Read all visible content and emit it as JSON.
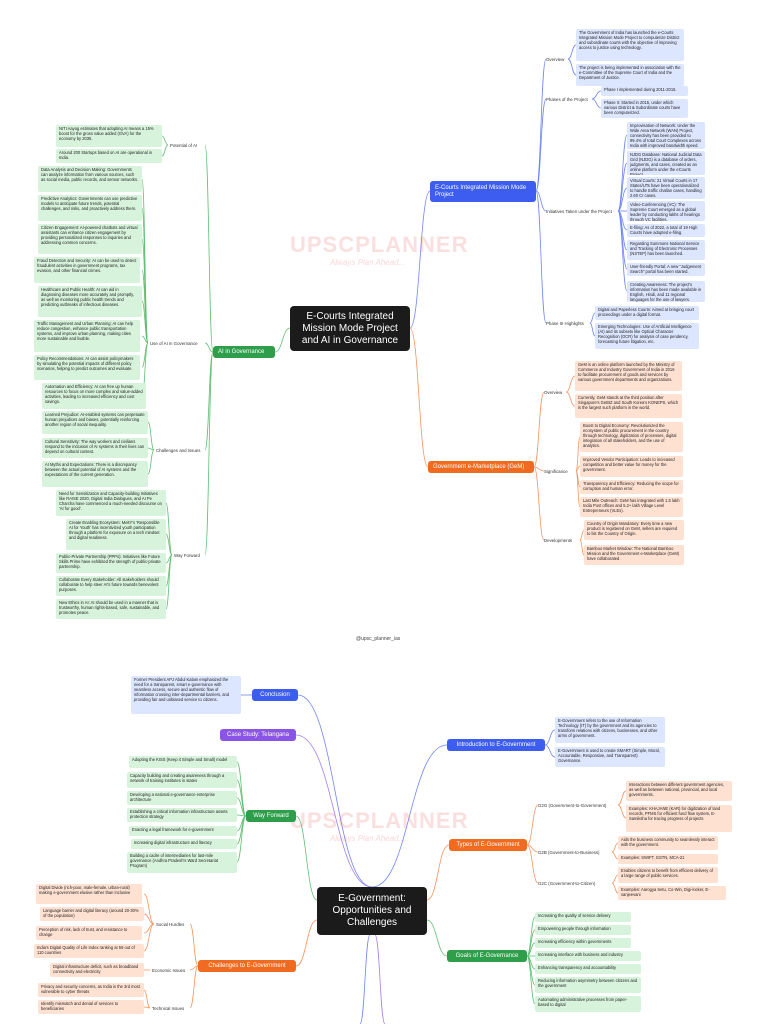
{
  "handle": "@upsc_planner_ias",
  "watermark": {
    "brand": "UPSCPLANNER",
    "tagline": "Always Plan Ahead..."
  },
  "map1": {
    "root": "E-Courts Integrated Mission Mode Project and AI in Governance",
    "ecourts": {
      "title": "E-Courts Integrated Mission Mode Project",
      "overview_label": "Overview",
      "overview": [
        "The Government of India has launched the e-Courts Integrated Mission Mode Project to computerize District and subordinate courts with the objective of improving access to justice using technology.",
        "The project is being implemented in association with the e-Committee of the Supreme Court of India and the Department of Justice."
      ],
      "phases_label": "Phases of the Project",
      "phases": [
        "Phase I implemented during 2011-2015.",
        "Phase II: Started in 2015, under which various District & Subordinate courts have been computerized."
      ],
      "initiatives_label": "Initiatives Taken under the Project",
      "initiatives": [
        "Improvisation of Network: Under the Wide Area Network (WAN) Project, connectivity has been provided to 99.4% of total Court Complexes across India with improved bandwidth speed.",
        "NJDG Database: National Judicial Data Grid (NJDG) is a database of orders, judgments, and cases, created as an online platform under the eCourts Project.",
        "Virtual Courts: 21 Virtual Courts in 17 States/UTs have been operationalized to handle traffic challan cases, handling 2.60 Cr cases.",
        "Video-Conferencing (VC): The Supreme Court emerged as a global leader by conducting lakhs of hearings through VC facilities.",
        "E-filing: As of 2022, a total of 19 High Courts have adopted e-filing.",
        "Regarding Summons National Service and Tracking of Electronic Processes (NSTEP) has been launched.",
        "User-friendly Portal: A new \"Judgement Search\" portal has been started.",
        "Creating Awareness: The project's information has been made available in English, Hindi, and 11 regional languages for the use of lawyers."
      ],
      "phase3_label": "Phase III Highlights",
      "phase3": [
        "Digital and Paperless Courts: Aimed at bringing court proceedings under a digital format.",
        "Emerging Technologies: Use of Artificial Intelligence (AI) and its subsets like Optical Character Recognition (OCR) for analysis of case pendency, forecasting future litigation, etc."
      ]
    },
    "gem": {
      "title": "Government e-Marketplace (GeM)",
      "overview_label": "Overview",
      "overview": [
        "GeM is an online platform launched by the Ministry of Commerce and Industry Government of India in 2016 to facilitate procurement of goods and services by various government departments and organizations.",
        "Currently, GeM stands at the third position after Singapore's GeBIZ and South Korea's KONEPS, which is the largest such platform in the world."
      ],
      "significance_label": "Significance",
      "significance": [
        "Boost to Digital Economy: Revolutionized the ecosystem of public procurement in the country through technology, digitization of processes, digital integration of all stakeholders, and the use of analytics.",
        "Improved Vendor Participation: Leads to increased competition and better value for money for the government.",
        "Transparency and Efficiency: Reducing the scope for corruption and human error.",
        "Last Mile Outreach: GeM has integrated with 1.5 lakh India Post offices and 5.2+ lakh Village Level Entrepreneurs (VLEs)."
      ],
      "developments_label": "Developments",
      "developments": [
        "Country of Origin Mandatory: Every time a new product is registered on GeM, sellers are required to list the Country of Origin.",
        "Bamboo Market Window: The National Bamboo Mission and the Government e-Marketplace (GeM) have collaborated."
      ]
    },
    "ai": {
      "title": "AI in Governance",
      "potential_label": "Potential of AI",
      "potential": [
        "NITI Aayog estimates that adopting AI means a 15% boost for the gross value added (GVA) for the economy by 2035.",
        "Around 200 Startups based on AI are operational in India."
      ],
      "use_label": "Use of AI in Governance",
      "use": [
        "Data Analysis and Decision Making: Governments can analyze information from various sources, such as social media, public records, and sensor networks.",
        "Predictive Analytics: Governments can use predictive models to anticipate future trends, potential challenges, and risks, and proactively address them.",
        "Citizen Engagement: AI-powered chatbots and virtual assistants can enhance citizen engagement by providing personalized responses to inquiries and addressing common concerns.",
        "Fraud Detection and Security: AI can be used to detect fraudulent activities in government programs, tax evasion, and other financial crimes.",
        "Healthcare and Public Health: AI can aid in diagnosing diseases more accurately and promptly, as well as monitoring public health trends and predicting outbreaks of infectious diseases.",
        "Traffic Management and Urban Planning: AI can help reduce congestion, enhance public transportation systems, and improve urban planning, making cities more sustainable and livable.",
        "Policy Recommendations: AI can assist policymakers by simulating the potential impacts of different policy scenarios, helping to predict outcomes and evaluate.",
        "Automation and Efficiency: AI can free up human resources to focus on more complex and value-added activities, leading to increased efficiency and cost savings."
      ],
      "challenges_label": "Challenges and Issues",
      "challenges": [
        "Learned Prejudice: AI-enabled systems can perpetuate human prejudices and biases, potentially reinforcing another region of social inequality.",
        "Cultural Sensitivity: The way workers and civilians respond to the inclusion of AI systems in their lives can depend on cultural context.",
        "AI Myths and Expectations: There is a discrepancy between the actual potential of AI systems and the expectations of the current generation."
      ],
      "way_label": "Way Forward",
      "way": [
        "Need for Sensitization and Capacity-building Initiatives like RAISE 2020, Digital India Dialogues, and AI Pe Charcha have commenced a much-needed discourse on 'AI for good'.",
        "Create Enabling Ecosystem: MeitY's 'Responsible AI for Youth' has incentivized youth participation through a platform for exposure on a tech mindset and digital readiness.",
        "Public-Private Partnership (PPPs): Initiatives like Future Skills Prime have exhibited the strength of public-private partnership.",
        "Collaborate Every Stakeholder: All stakeholders should collaborate to help steer AI's future towards benevolent purposes.",
        "New Ethics in AI: AI should be used in a manner that is trustworthy, human rights-based, safe, sustainable, and promotes peace."
      ]
    }
  },
  "map2": {
    "root": "E-Government: Opportunities and Challenges",
    "conclusion": {
      "title": "Conclusion",
      "text": "Former President APJ Abdul Kalam emphasized the need for a transparent, smart e-governance with seamless access, secure and authentic flow of information crossing inter-departmental barriers, and providing fair and unbiased service to citizens."
    },
    "case_study": {
      "title": "Case Study: Telangana"
    },
    "way_forward": {
      "title": "Way Forward",
      "items": [
        "Adopting the KISS (Keep it Simple and Small) model",
        "Capacity building and creating awareness through a network of training institutes in states",
        "Developing a national e-governance enterprise architecture",
        "Establishing a critical information infrastructure assets protection strategy",
        "Enacting a legal framework for e-government",
        "Increasing digital infrastructure and literacy",
        "Building a cadre of intermediaries for last-mile governance (Andhra Pradesh's Ward Secretariat Program)"
      ]
    },
    "challenges": {
      "title": "Challenges to E-Government",
      "social_label": "Social Hurdles",
      "social": [
        "Digital Divide (rich-poor, male-female, urban-rural) making e-government elusive rather than inclusive",
        "Language barrier and digital literacy (around 20-30% of the population)",
        "Perception of risk, lack of trust, and resistance to change",
        "India's Digital Quality of Life Index ranking at 59 out of 110 countries"
      ],
      "economic_label": "Economic Issues",
      "economic": [
        "Digital infrastructure deficit, such as broadband connectivity and electricity"
      ],
      "technical_label": "Technical Issues",
      "technical": [
        "Privacy and security concerns, as India is the 3rd most vulnerable to cyber threats",
        "Identify mismatch and denial of services to beneficiaries"
      ]
    },
    "intro": {
      "title": "Introduction to E-Government",
      "items": [
        "E-Government refers to the use of Information Technology (IT) by the government and its agencies to transform relations with citizens, businesses, and other arms of government.",
        "E-Government is used to create SMART (Simple, Moral, Accountable, Responsive, and Transparent) Governance."
      ]
    },
    "types": {
      "title": "Types of E-Government",
      "g2g_label": "G2G (Government-to-Government)",
      "g2g": [
        "Interactions between different government agencies, as well as between national, provincial, and local governments.",
        "Examples: KHAJANE (KAR) for digitization of land records, PFMS for efficient fund flow system, E-Samiksha for tracing progress of projects"
      ],
      "g2b_label": "G2B (Government-to-Business)",
      "g2b": [
        "Aids the business community to seamlessly interact with the government.",
        "Examples: SWIFT, GSTN, MCA-21"
      ],
      "g2c_label": "G2C (Government-to-Citizen)",
      "g2c": [
        "Enables citizens to benefit from efficient delivery of a large range of public services.",
        "Examples: Aarogya Setu, Co-Win, Digi-locker, E-sanjeevani"
      ]
    },
    "goals": {
      "title": "Goals of E-Governance",
      "items": [
        "Increasing the quality of service delivery",
        "Empowering people through information",
        "Increasing efficiency within governments",
        "Increasing interface with business and industry",
        "Enhancing transparency and accountability",
        "Reducing information asymmetry between citizens and the government",
        "Automating administrative processes from paper-based to digital"
      ]
    }
  }
}
